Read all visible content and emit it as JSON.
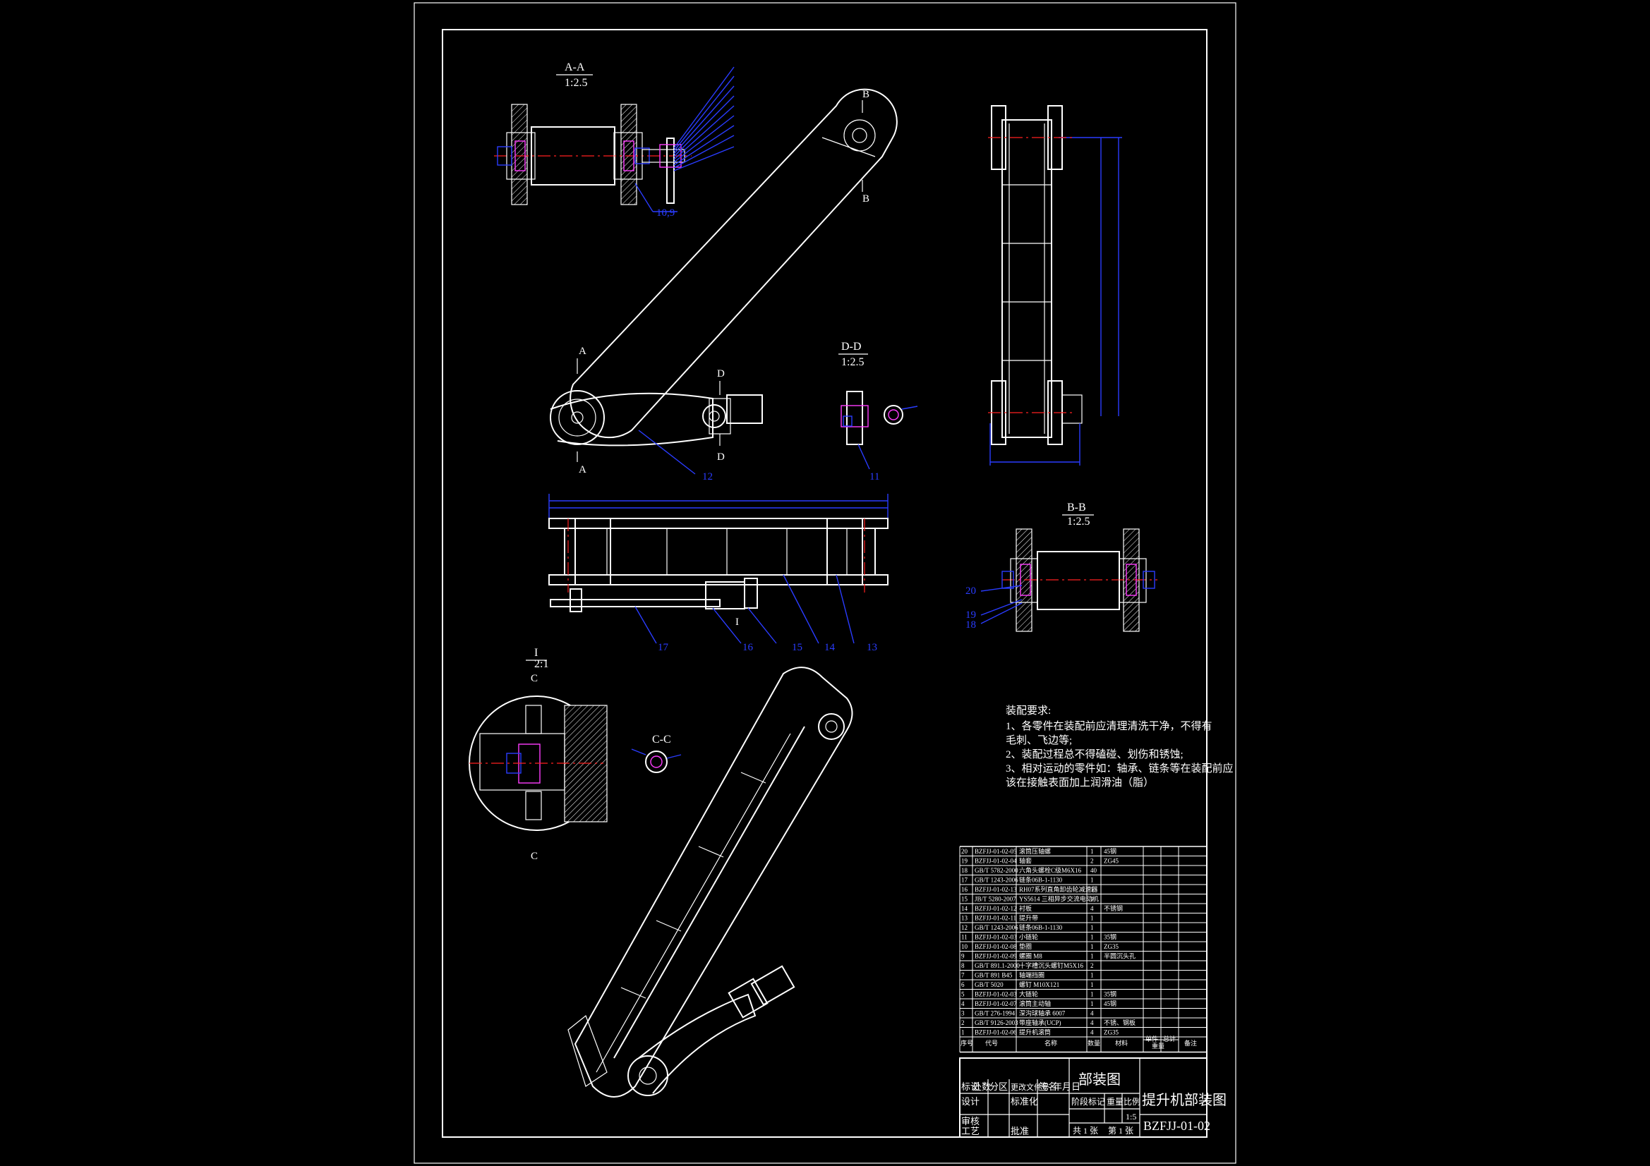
{
  "views": {
    "aa": {
      "name": "A-A",
      "scale": "1:2.5"
    },
    "bb": {
      "name": "B-B",
      "scale": "1:2.5"
    },
    "dd": {
      "name": "D-D",
      "scale": "1:2.5"
    },
    "cc": {
      "name": "C-C"
    },
    "detail": {
      "name": "I",
      "scale": "2:1"
    }
  },
  "section_marks": {
    "a": "A",
    "b": "B",
    "c": "C",
    "d": "D",
    "detail": "I"
  },
  "balloons": {
    "aa_label": "10,9",
    "n11": "11",
    "n12": "12",
    "n13": "13",
    "n14": "14",
    "n15": "15",
    "n16": "16",
    "n17": "17",
    "n18": "18",
    "n19": "19",
    "n20": "20"
  },
  "notes": {
    "title": "装配要求:",
    "lines": [
      "1、各零件在装配前应清理清洗干净，不得有",
      "毛刺、飞边等;",
      "2、装配过程总不得磕碰、划伤和锈蚀;",
      "3、相对运动的零件如：轴承、链条等在装配前应",
      "该在接触表面加上润滑油（脂）"
    ]
  },
  "parts_list": {
    "headers": [
      "序号",
      "代号",
      "名称",
      "数量",
      "材料",
      "单件",
      "总计",
      "备注"
    ],
    "weight_header": "重量",
    "rows": [
      [
        "20",
        "BZFJJ-01-02-05",
        "滚筒压轴螺",
        "1",
        "45钢",
        ""
      ],
      [
        "19",
        "BZFJJ-01-02-04",
        "轴套",
        "2",
        "ZG45",
        ""
      ],
      [
        "18",
        "GB/T 5782-2000",
        "六角头螺栓C级M6X16",
        "40",
        "",
        ""
      ],
      [
        "17",
        "GB/T 1243-2006",
        "链条06B-1-1130",
        "1",
        "",
        ""
      ],
      [
        "16",
        "BZFJJ-01-02-13",
        "RH07系列直角卸齿轮减速器",
        "1",
        "",
        ""
      ],
      [
        "15",
        "JB/T 5280-2007",
        "YS5614 三相异步交流电动机",
        "1",
        "",
        ""
      ],
      [
        "14",
        "BZFJJ-01-02-12",
        "衬板",
        "4",
        "不锈钢",
        ""
      ],
      [
        "13",
        "BZFJJ-01-02-11",
        "提升带",
        "1",
        "",
        ""
      ],
      [
        "12",
        "GB/T 1243-2006",
        "链条06B-1-1130",
        "1",
        "",
        ""
      ],
      [
        "11",
        "BZFJJ-01-02-03",
        "小链轮",
        "1",
        "35钢",
        ""
      ],
      [
        "10",
        "BZFJJ-01-02-08",
        "垫圈",
        "1",
        "ZG35",
        ""
      ],
      [
        "9",
        "BZFJJ-01-02-09",
        "螺圈 M8",
        "1",
        "半圆沉头孔",
        ""
      ],
      [
        "8",
        "GB/T 891.1-2000",
        "十字槽沉头螺钉M5X16",
        "2",
        "",
        ""
      ],
      [
        "7",
        "GB/T 891 B45",
        "轴端挡圈",
        "1",
        "",
        ""
      ],
      [
        "6",
        "GB/T 5020",
        "螺钉 M10X121",
        "1",
        "",
        ""
      ],
      [
        "5",
        "BZFJJ-01-02-03",
        "大链轮",
        "1",
        "35钢",
        ""
      ],
      [
        "4",
        "BZFJJ-01-02-07",
        "滚筒主动轴",
        "1",
        "45钢",
        ""
      ],
      [
        "3",
        "GB/T 276-1994",
        "深沟球轴承 6007",
        "4",
        "",
        ""
      ],
      [
        "2",
        "GB/T 9126-2003",
        "带座轴承(UCP)",
        "4",
        "不锈、钢板",
        ""
      ],
      [
        "1",
        "BZFJJ-01-02-06",
        "提升机滚筒",
        "4",
        "ZG35",
        ""
      ]
    ]
  },
  "title_block": {
    "assembly_label": "部装图",
    "drawing_title": "提升机部装图",
    "drawing_no": "BZFJJ-01-02",
    "mark": "标记",
    "count": "处数",
    "zone": "分区",
    "change_doc": "更改文件号",
    "signature": "签名",
    "date": "年月日",
    "design": "设计",
    "standardize": "标准化",
    "review": "审核",
    "process": "工艺",
    "approve": "批准",
    "stage_mark": "阶段标记",
    "weight": "重量",
    "scale_label": "比例",
    "scale_value": "1:5",
    "sheets_total": "共 1 张",
    "sheet_no": "第 1 张"
  },
  "colors": {
    "background": "#000000",
    "lines": "#ffffff",
    "blue": "#2a3cff",
    "magenta": "#ff3cff",
    "centerline": "#ff2020"
  }
}
